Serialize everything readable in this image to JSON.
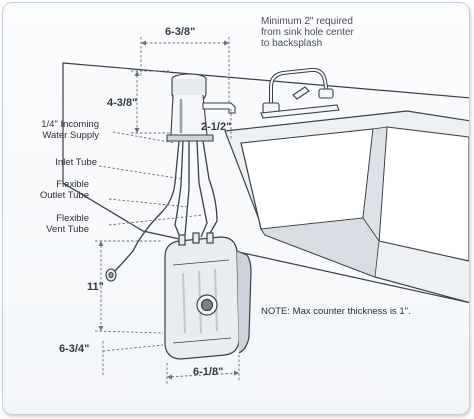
{
  "dimensions": {
    "unit_width": "6-3/8\"",
    "unit_height": "4-3/8\"",
    "spout_reach": "2-1/2\"",
    "tank_height": "11\"",
    "tank_depth": "6-3/4\"",
    "tank_width": "6-1/8\""
  },
  "callouts": {
    "water_supply_line1": "1/4\" Incoming",
    "water_supply_line2": "Water Supply",
    "inlet_tube": "Inlet Tube",
    "outlet_tube_line1": "Flexible",
    "outlet_tube_line2": "Outlet Tube",
    "vent_tube_line1": "Flexible",
    "vent_tube_line2": "Vent Tube"
  },
  "notes": {
    "minimum_line1": "Minimum  2\" required",
    "minimum_line2": "from sink hole center",
    "minimum_line3": "to backsplash",
    "counter_note": "NOTE: Max counter thickness is 1\"."
  },
  "colors": {
    "line": "#3a3f46",
    "fixture_fill": "#f4f6f8",
    "tank_fill": "#e9edf1",
    "shade": "#cdd3da",
    "dim_line": "#6b7078"
  }
}
